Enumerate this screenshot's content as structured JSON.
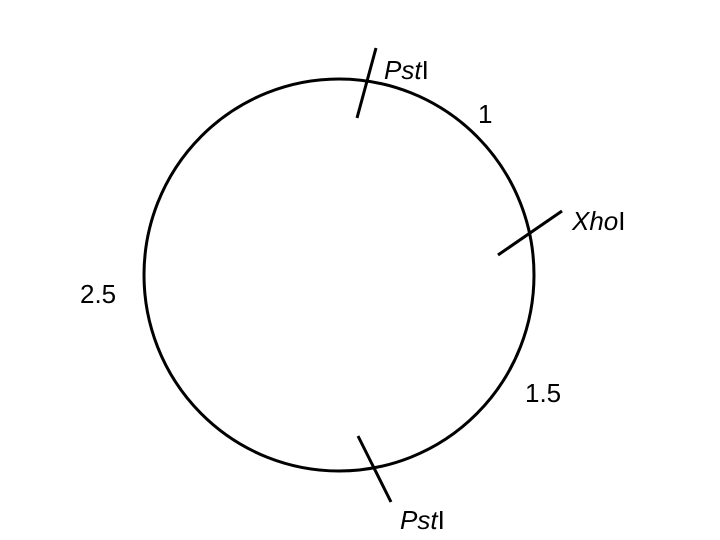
{
  "diagram": {
    "colors": {
      "stroke": "#000000",
      "background": "#ffffff"
    },
    "sites": [
      {
        "enzyme_italic": "Pst",
        "enzyme_suffix": "I"
      },
      {
        "enzyme_italic": "Xho",
        "enzyme_suffix": "I"
      },
      {
        "enzyme_italic": "Pst",
        "enzyme_suffix": "I"
      }
    ],
    "segments": [
      {
        "length": "1"
      },
      {
        "length": "1.5"
      },
      {
        "length": "2.5"
      }
    ]
  }
}
